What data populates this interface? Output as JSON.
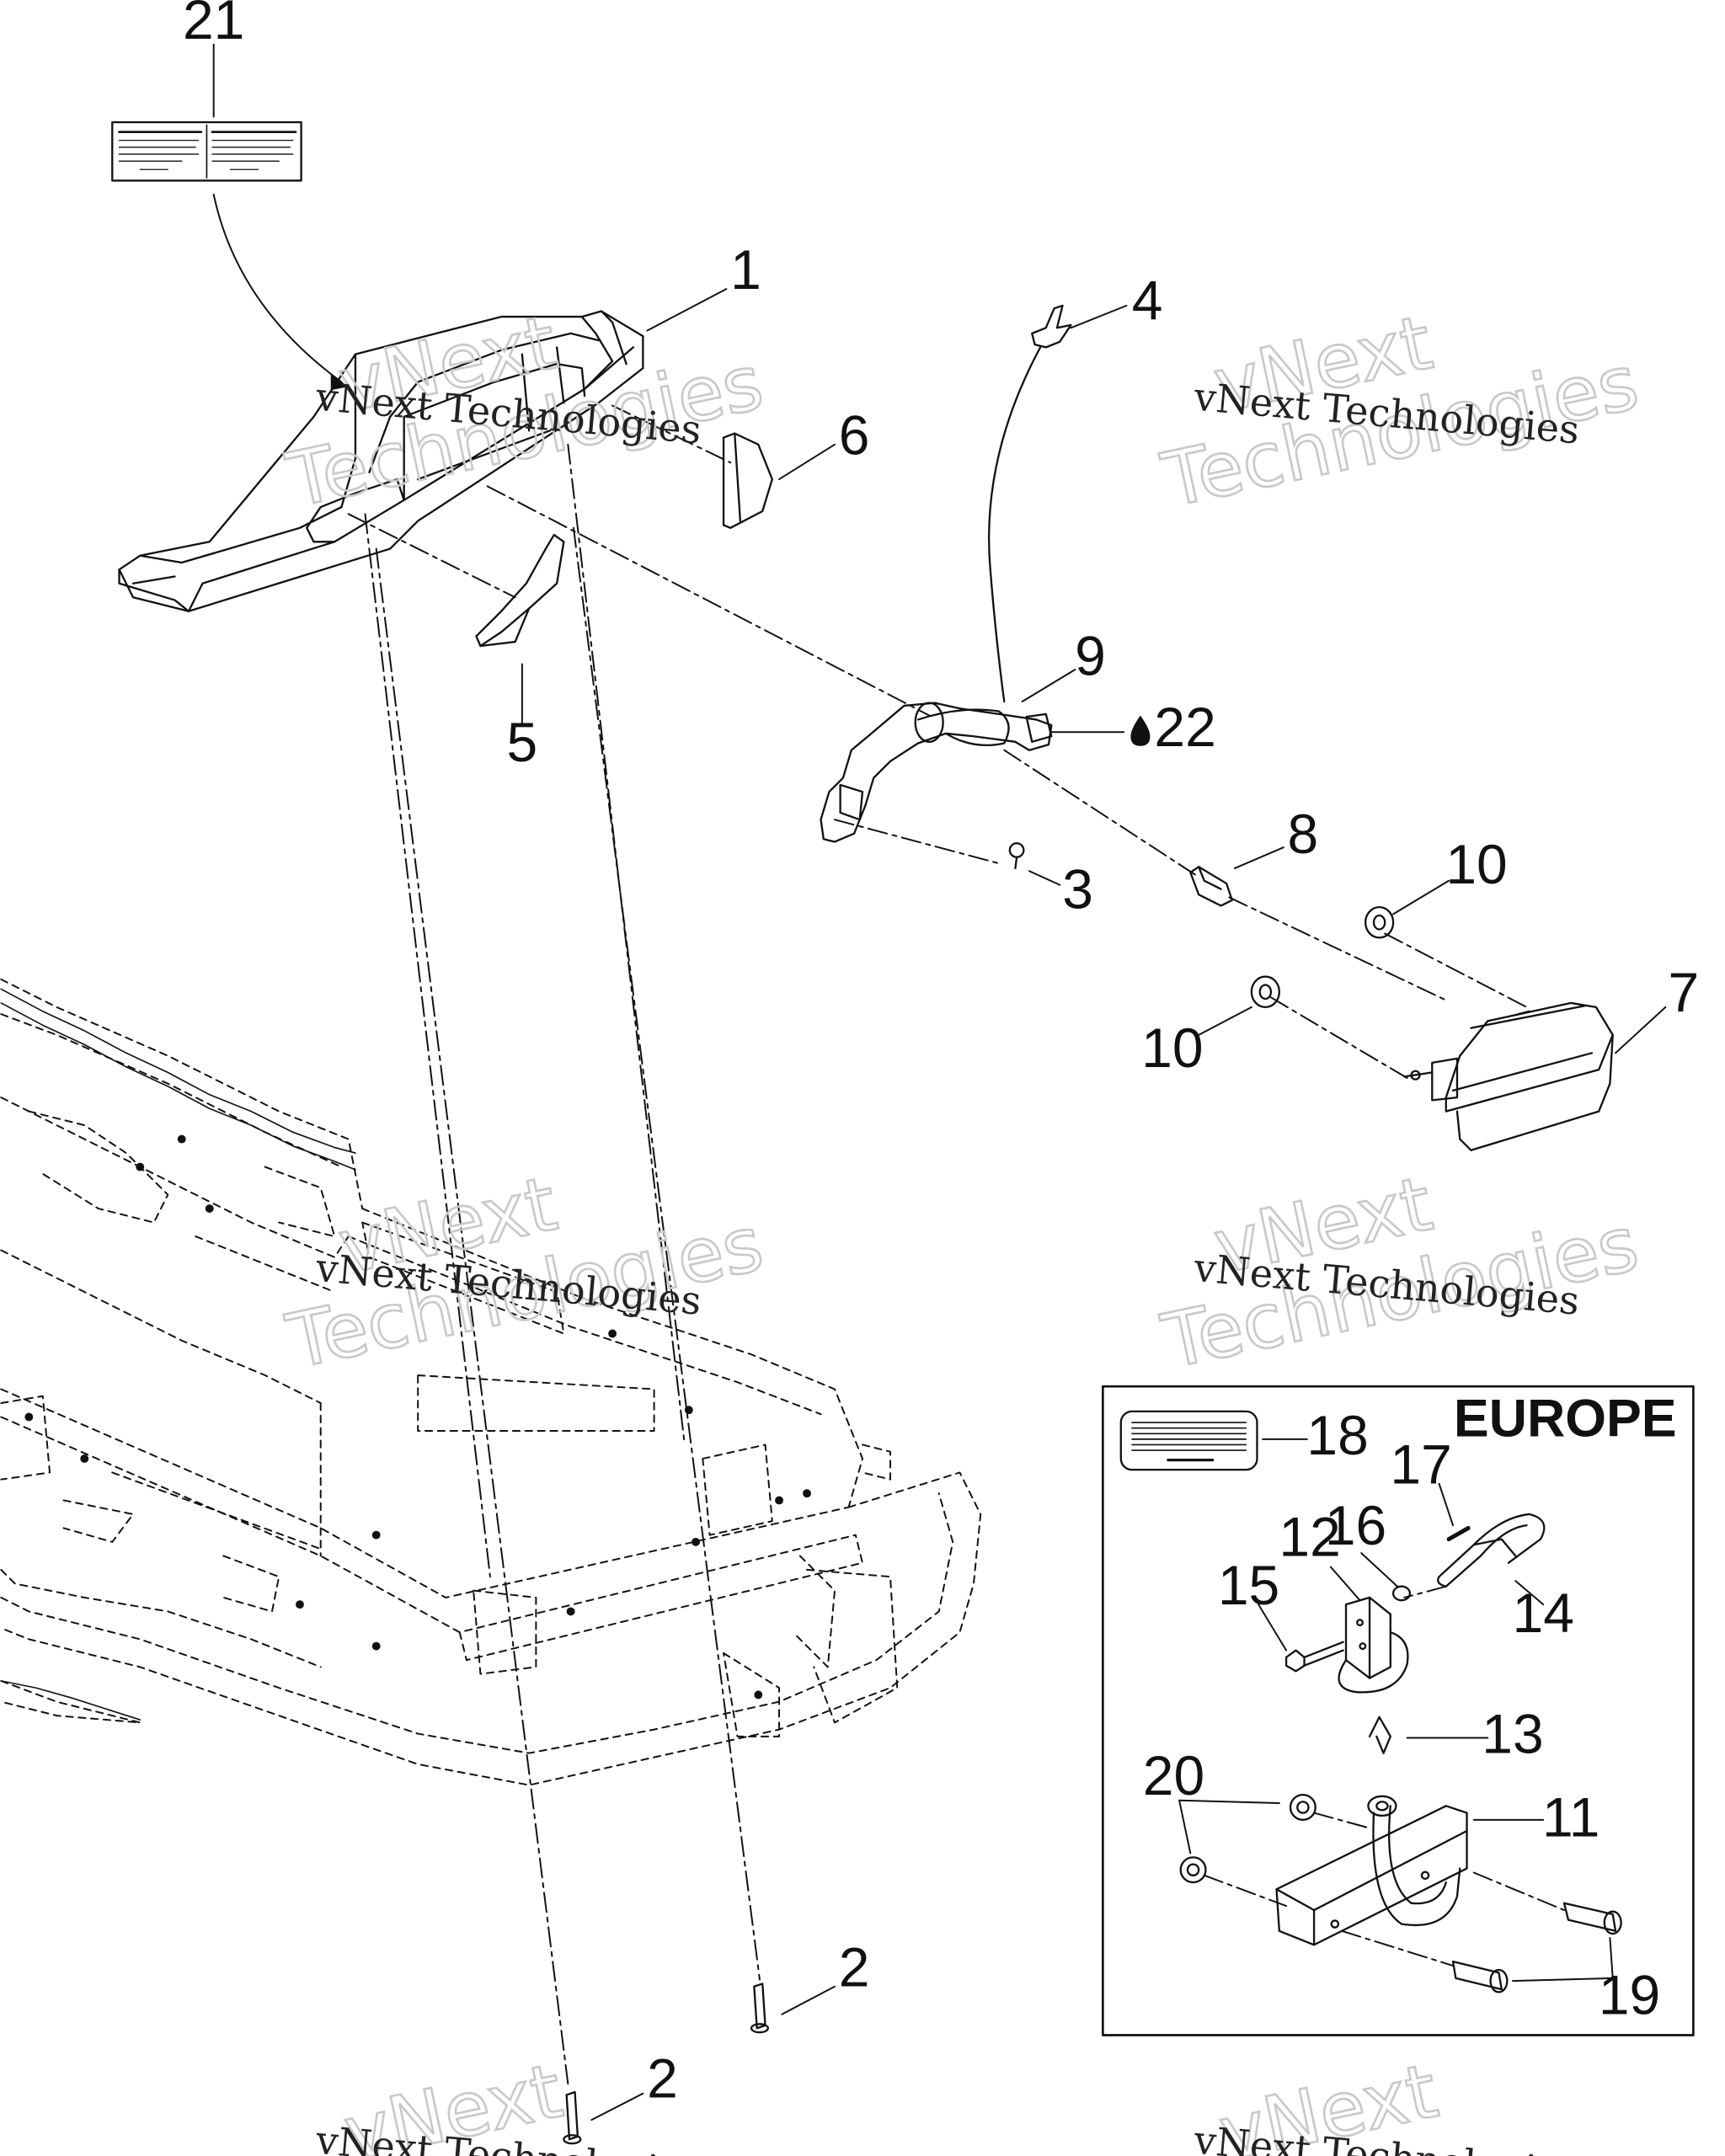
{
  "diagram": {
    "callouts": {
      "c21": "21",
      "c1": "1",
      "c4": "4",
      "c6": "6",
      "c5": "5",
      "c9": "9",
      "c22": "22",
      "c3": "3",
      "c8": "8",
      "c10a": "10",
      "c10b": "10",
      "c7": "7",
      "c2a": "2",
      "c2b": "2",
      "c18": "18",
      "c17": "17",
      "c12": "12",
      "c16": "16",
      "c15": "15",
      "c14": "14",
      "c13": "13",
      "c20": "20",
      "c11": "11",
      "c19": "19"
    },
    "inset_title": "EUROPE",
    "watermark": {
      "line1": "vNext",
      "line2": "Technologies",
      "small": "vNext Technologies"
    },
    "icons": {
      "oil_drop": "oil-drop-icon"
    },
    "colors": {
      "line": "#111111",
      "watermark": "#c9c9c9"
    }
  }
}
